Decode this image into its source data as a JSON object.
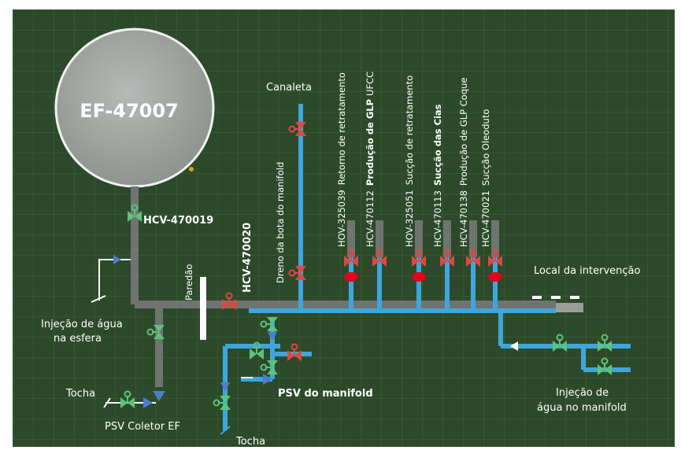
{
  "colors": {
    "background": "#2c4a2a",
    "grid": "#3f613b",
    "pipe_gray": "#6f7470",
    "pipe_blue": "#3fa6dc",
    "valve_red": "#e0473f",
    "valve_green": "#5cc27c",
    "check_blue": "#4a7fc8",
    "sphere": "#a6aaa7",
    "highlight_red": "#e3001b"
  },
  "sphere": {
    "label": "EF-47007"
  },
  "labels": {
    "hcv_470019": "HCV-470019",
    "hcv_470020": "HCV-470020",
    "paredao": "Paredão",
    "canaleta": "Canaleta",
    "dreno": "Dreno da bota do manifold",
    "injecao_esfera_line1": "Injeção de água",
    "injecao_esfera_line2": "na esfera",
    "tocha_left": "Tocha",
    "psv_coletor": "PSV Coletor EF",
    "psv_manifold": "PSV do manifold",
    "tocha_bottom": "Tocha",
    "local_intervencao": "Local da intervenção",
    "injecao_manifold_line1": "Injeção de",
    "injecao_manifold_line2": "água no manifold"
  },
  "branches": [
    {
      "tag": "HOV-325039",
      "desc": "Retorno de retratamento",
      "bold": false
    },
    {
      "tag": "HCV-470112",
      "desc": "Produção de GLP",
      "suffix": "UFCC",
      "bold": true
    },
    {
      "tag": "HOV-325051",
      "desc": "Sucção de retratamento",
      "bold": false
    },
    {
      "tag": "HCV-470113",
      "desc": "Sucção das Cias",
      "bold": true
    },
    {
      "tag": "HCV-470138",
      "desc": "Produção de GLP Coque",
      "bold": false
    },
    {
      "tag": "HCV-470021",
      "desc": "Sucção Oleoduto",
      "bold": false
    }
  ]
}
